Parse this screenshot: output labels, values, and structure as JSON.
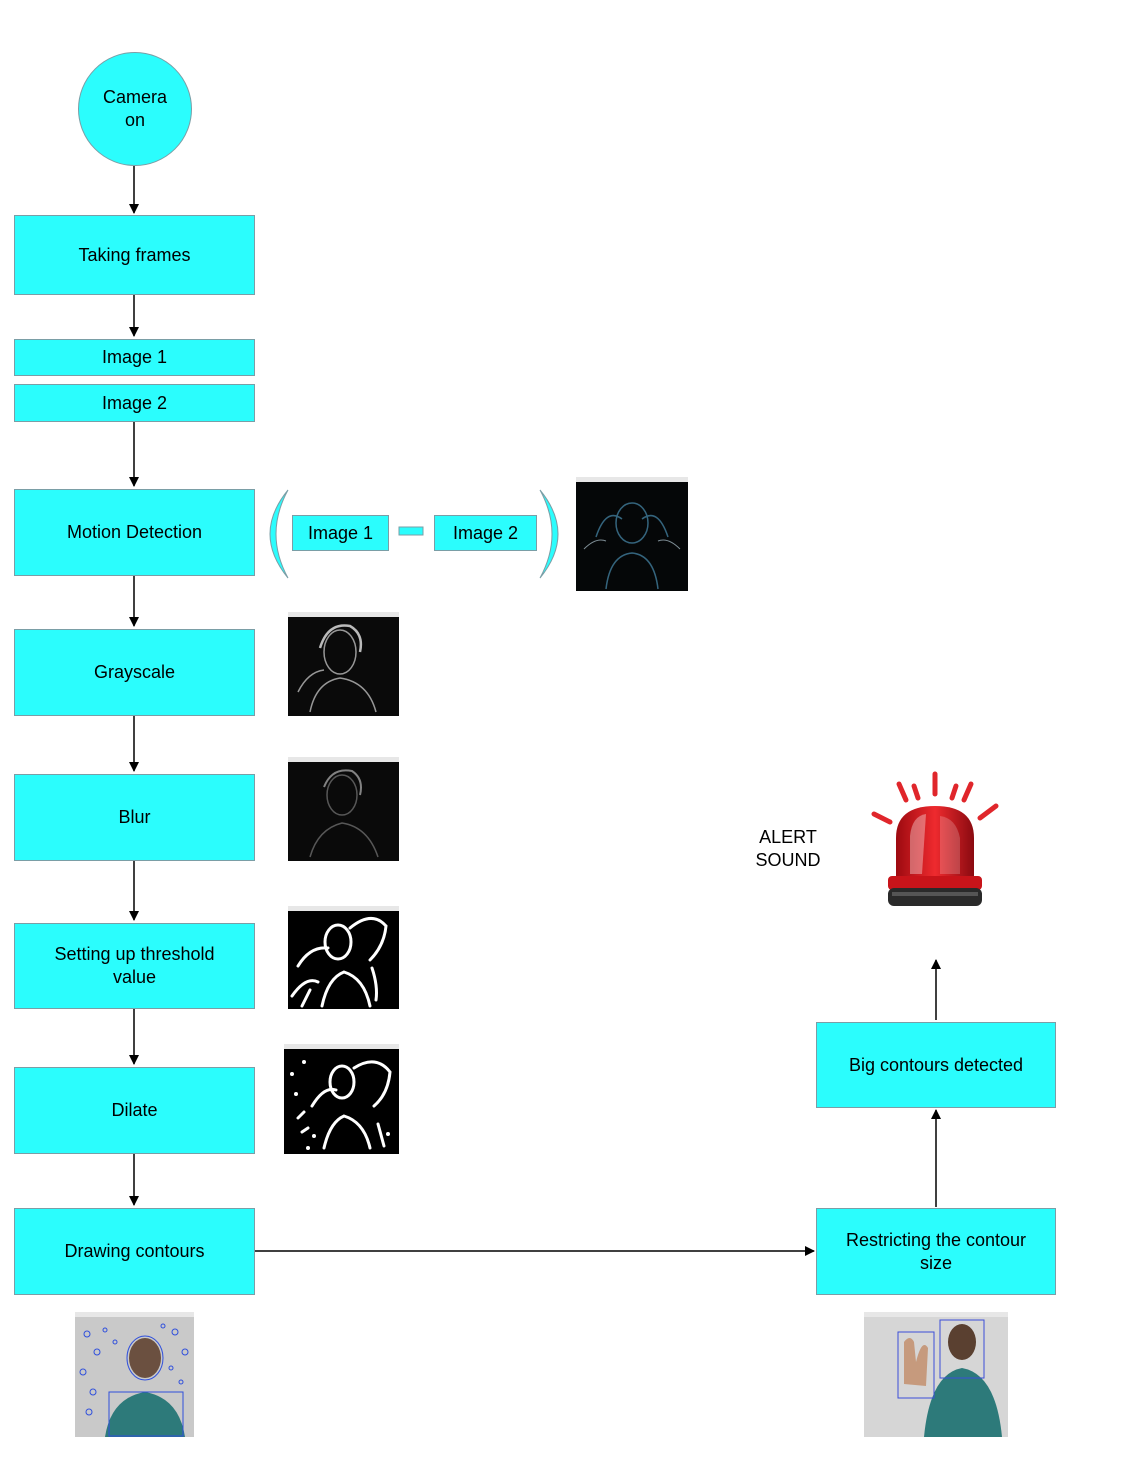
{
  "nodes": {
    "camera": "Camera\non",
    "taking_frames": "Taking frames",
    "image1": "Image 1",
    "image2": "Image 2",
    "motion_detection": "Motion Detection",
    "diff_image1": "Image 1",
    "diff_image2": "Image 2",
    "grayscale": "Grayscale",
    "blur": "Blur",
    "threshold": "Setting up threshold\nvalue",
    "dilate": "Dilate",
    "drawing_contours": "Drawing contours",
    "restricting": "Restricting the contour\nsize",
    "big_contours": "Big contours detected"
  },
  "alert": {
    "label": "ALERT\nSOUND",
    "icon": "siren-icon"
  },
  "colors": {
    "node_fill": "#2bfdfd",
    "node_border": "#7a9ea6",
    "edge": "#000000"
  }
}
